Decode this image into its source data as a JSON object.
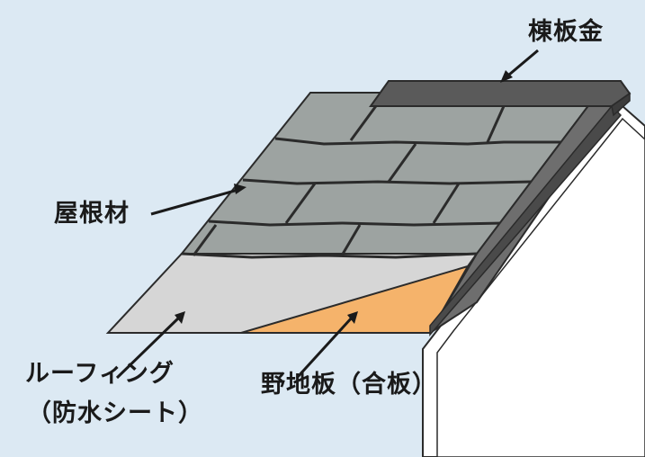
{
  "labels": {
    "ridge": "棟板金",
    "roofing_material": "屋根材",
    "underlayment": "ルーフィング",
    "underlayment_sub": "（防水シート）",
    "sheathing": "野地板（合板）"
  },
  "colors": {
    "background": "#dce9f3",
    "shingle": "#9da3a1",
    "shingle_outline": "#2b2b2b",
    "ridge_metal": "#5a5a5a",
    "underlayment": "#d6d6d6",
    "sheathing": "#f5b36b",
    "wall": "#ffffff"
  }
}
